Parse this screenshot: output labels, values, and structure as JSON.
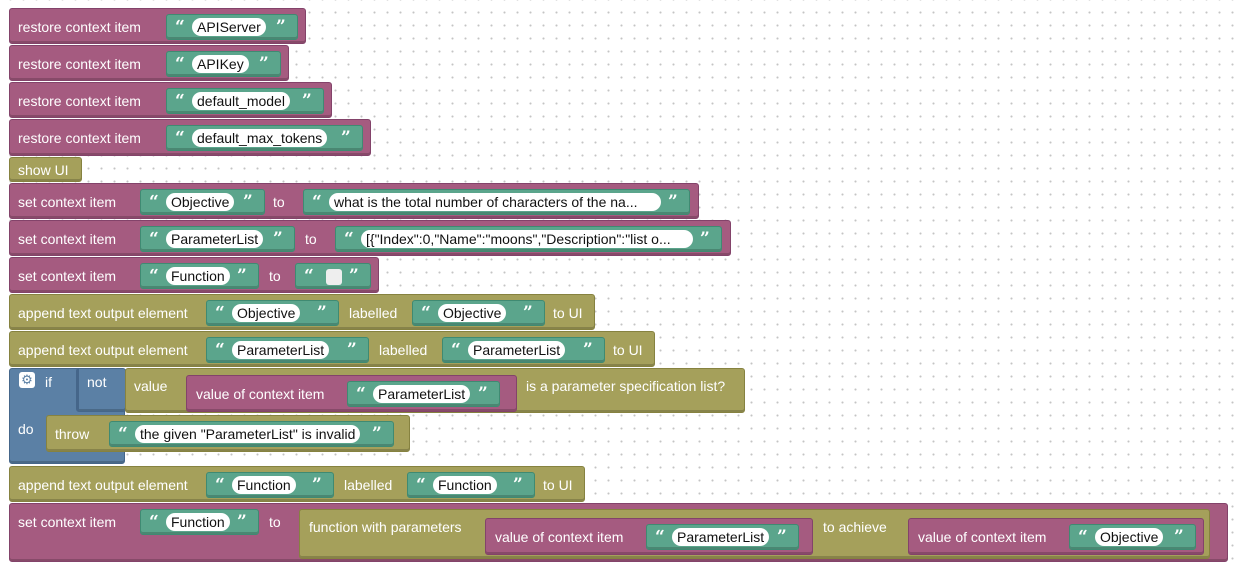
{
  "workspace": {
    "restore_blocks": [
      {
        "label": "restore context item",
        "value": "APIServer"
      },
      {
        "label": "restore context item",
        "value": "APIKey"
      },
      {
        "label": "restore context item",
        "value": "default_model"
      },
      {
        "label": "restore context item",
        "value": "default_max_tokens"
      }
    ],
    "show_ui": "show UI",
    "set_blocks": [
      {
        "label": "set context item",
        "key": "Objective",
        "to": "to",
        "value": "what is the total number of characters of the na..."
      },
      {
        "label": "set context item",
        "key": "ParameterList",
        "to": "to",
        "value": "[{\"Index\":0,\"Name\":\"moons\",\"Description\":\"list o..."
      },
      {
        "label": "set context item",
        "key": "Function",
        "to": "to",
        "value": ""
      }
    ],
    "append_blocks": [
      {
        "label": "append text output element",
        "element": "Objective",
        "labelled": "labelled",
        "label_value": "Objective",
        "suffix": "to UI"
      },
      {
        "label": "append text output element",
        "element": "ParameterList",
        "labelled": "labelled",
        "label_value": "ParameterList",
        "suffix": "to UI"
      },
      {
        "label": "append text output element",
        "element": "Function",
        "labelled": "labelled",
        "label_value": "Function",
        "suffix": "to UI"
      }
    ],
    "if_block": {
      "if_label": "if",
      "not_label": "not",
      "value_label": "value",
      "ctx_label": "value of context item",
      "ctx_key": "ParameterList",
      "check_suffix": "is a parameter specification list?",
      "do_label": "do",
      "throw_label": "throw",
      "throw_message": "the given \"ParameterList\" is invalid"
    },
    "final_block": {
      "label": "set context item",
      "key": "Function",
      "to": "to",
      "fn_label": "function with parameters",
      "ctx1_label": "value of context item",
      "ctx1_key": "ParameterList",
      "achieve_label": "to achieve",
      "ctx2_label": "value of context item",
      "ctx2_key": "Objective"
    },
    "quote_open": "“",
    "quote_close": "”",
    "colors": {
      "procedure": "#a55b80",
      "ui": "#a5a05b",
      "logic": "#5b80a5",
      "text": "#5ba58c"
    }
  }
}
